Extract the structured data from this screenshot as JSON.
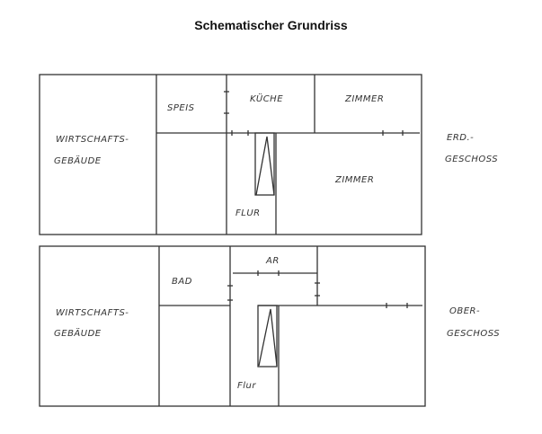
{
  "title": "Schematischer Grundriss",
  "ground_floor": {
    "floor_label_1": "ERD.-",
    "floor_label_2": "GESCHOSS",
    "outbuilding_1": "WIRTSCHAFTS-",
    "outbuilding_2": "GEBÄUDE",
    "pantry": "SPEIS",
    "kitchen": "KÜCHE",
    "room_top": "ZIMMER",
    "room_bottom": "ZIMMER",
    "hall": "FLUR"
  },
  "upper_floor": {
    "floor_label_1": "OBER-",
    "floor_label_2": "GESCHOSS",
    "outbuilding_1": "WIRTSCHAFTS-",
    "outbuilding_2": "GEBÄUDE",
    "bath": "BAD",
    "storage": "AR",
    "hall": "Flur"
  }
}
